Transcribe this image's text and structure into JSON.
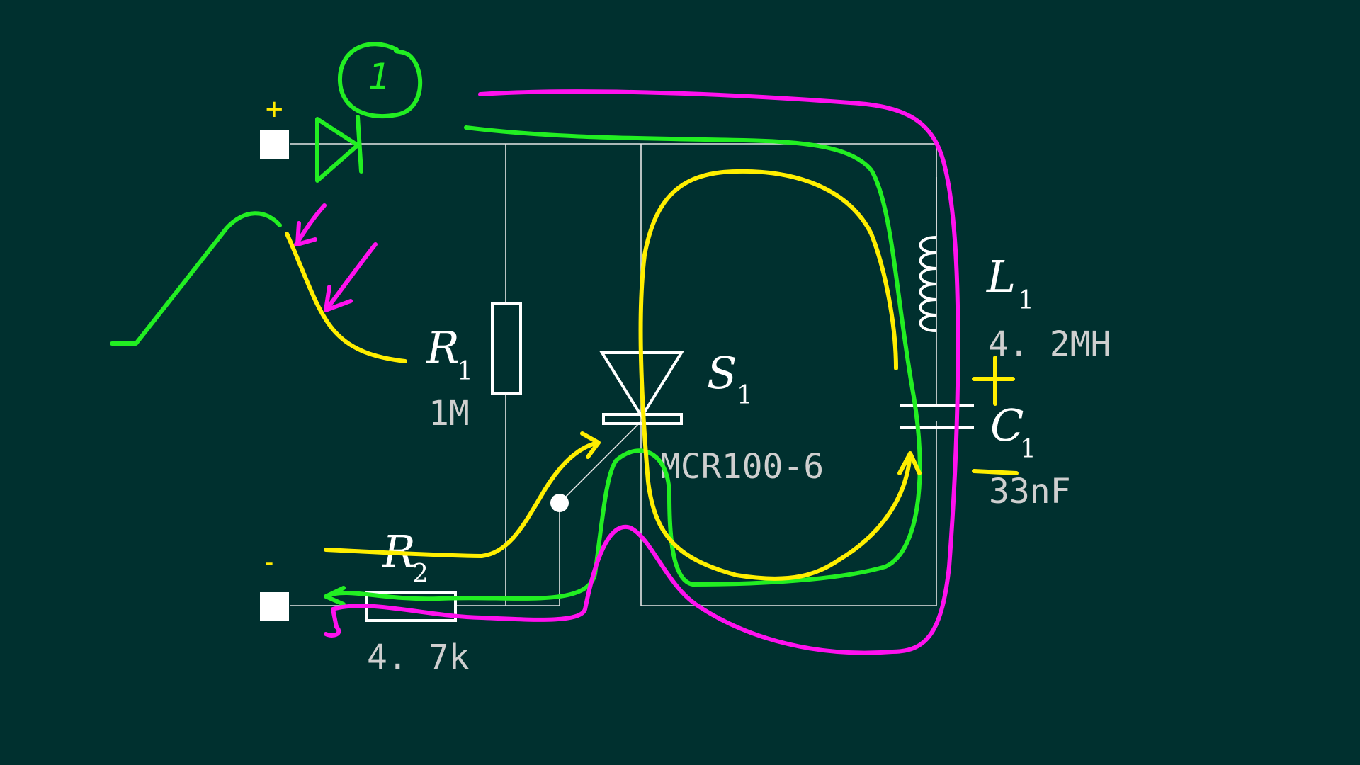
{
  "colors": {
    "background": "#00302f",
    "wire": "#e6e6e6",
    "component": "#ffffff",
    "annotation_green": "#22ee22",
    "annotation_yellow": "#ffee00",
    "annotation_magenta": "#ff11ee",
    "value_text": "#cfcfcf"
  },
  "terminals": {
    "positive_sign": "+",
    "negative_sign": "-"
  },
  "components": {
    "r1": {
      "letter": "R",
      "index": "1",
      "value": "1M"
    },
    "r2": {
      "letter": "R",
      "index": "2",
      "value": "4. 7k"
    },
    "s1": {
      "letter": "S",
      "index": "1",
      "value": "MCR100-6"
    },
    "l1": {
      "letter": "L",
      "index": "1",
      "value": "4. 2MH"
    },
    "c1": {
      "letter": "C",
      "index": "1",
      "value": "33nF"
    }
  },
  "annotations": {
    "circled_number": "1",
    "cap_plus": "+",
    "cap_minus": "−"
  }
}
